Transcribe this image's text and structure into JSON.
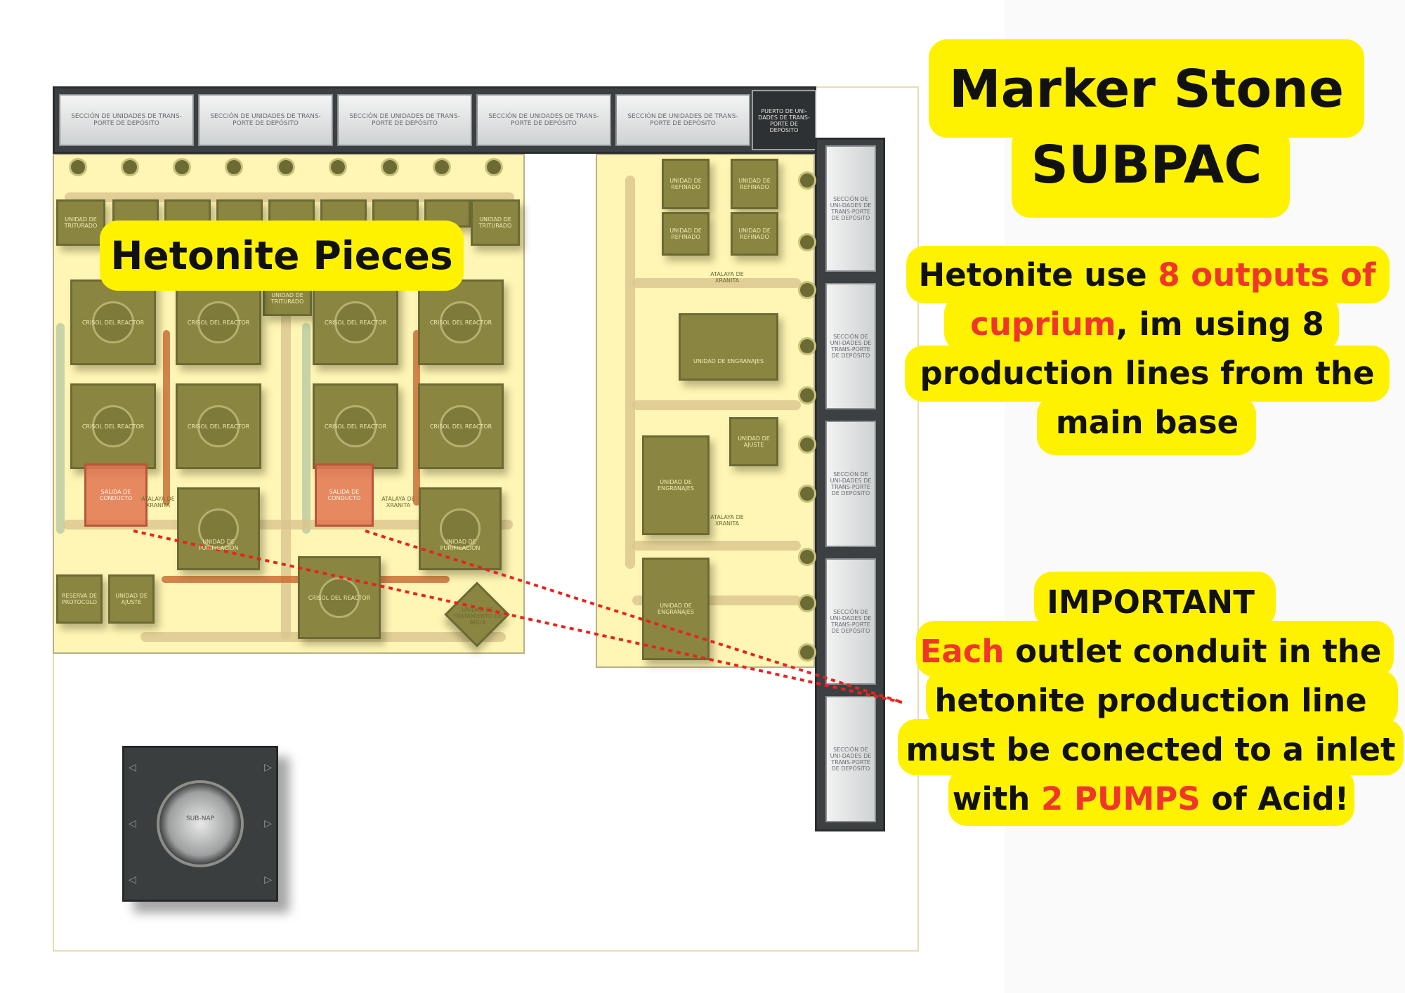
{
  "map": {
    "belt_segment_label": "SECCIÓN DE UNIDADES DE TRANS-PORTE DE DEPÓSITO",
    "port_label": "PUERTO DE UNI-DADES DE TRANS-PORTE DE DEPÓSITO",
    "side_segment_label": "SECCIÓN DE UNI-DADES DE TRANS-PORTE DE DEPÓSITO",
    "units": {
      "triturado": "UNIDAD DE TRITURADO",
      "crisol": "CRISOL DEL REACTOR",
      "salida": "SALIDA DE CONDUCTO",
      "atalaya": "ATALAYA DE XRANITA",
      "purificacion": "UNIDAD DE PURIFICACIÓN",
      "reserva": "RESERVA DE PROTOCOLO",
      "ajuste": "UNIDAD DE AJUSTE",
      "agua": "UNIDAD DE TRATAMIENTO DE AGUA",
      "refinado": "UNIDAD DE REFINADO",
      "engranajes": "UNIDAD DE ENGRANAJES"
    },
    "subnap_label": "SUB-NAP"
  },
  "annotations": {
    "hetonite_label": "Hetonite Pieces",
    "title_line1": "Marker Stone",
    "title_line2": "SUBPAC",
    "note1": {
      "l1_a": "Hetonite use ",
      "l1_b": "8 outputs of",
      "l2_a": "cuprium",
      "l2_b": ", im using 8",
      "l3": "production lines from the",
      "l4": "main base"
    },
    "note2": {
      "l1": "IMPORTANT",
      "l2_a": "Each",
      "l2_b": " outlet conduit in the",
      "l3": "hetonite production line",
      "l4": "must be conected to a inlet",
      "l5_a": "with ",
      "l5_b": "2 PUMPS",
      "l5_c": " of Acid!"
    }
  },
  "colors": {
    "highlight": "#fff200",
    "accent_red": "#f0362a",
    "zone_yellow": "#ffec78",
    "dotted_line": "#e8231c"
  }
}
